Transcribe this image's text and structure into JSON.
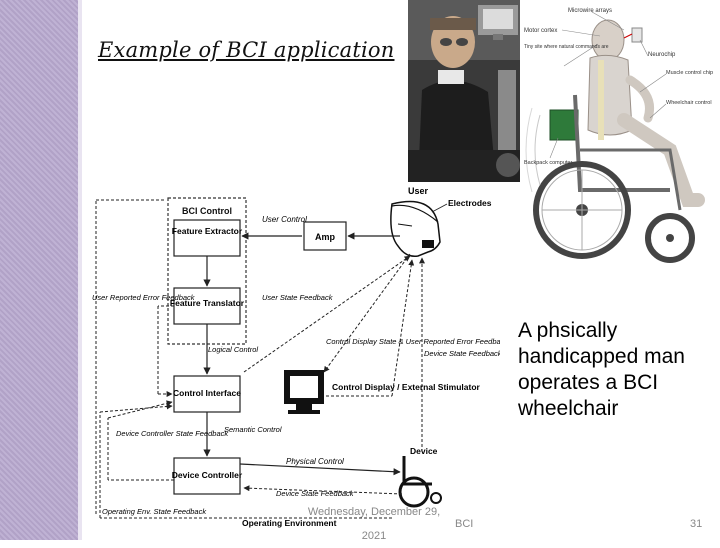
{
  "slide": {
    "title": "Example of BCI application",
    "caption": "A phsically handicapped man operates a BCI wheelchair",
    "footer": {
      "date": "Wednesday, December 29, 2021",
      "name": "BCI",
      "page": "31"
    }
  },
  "wheelchair_labels": {
    "microwire": "Microwire arrays",
    "motor_cortex": "Motor cortex",
    "tiny_site": "Tiny site where natural commands are",
    "neurochip": "Neurochip",
    "muscle_chip": "Muscle control chip",
    "wheelchair_control": "Wheelchair control",
    "backpack": "Backpack computer"
  },
  "diagram": {
    "bci_control": "BCI Control",
    "feature_extractor": "Feature Extractor",
    "feature_translator": "Feature Translator",
    "control_interface": "Control Interface",
    "device_controller": "Device Controller",
    "amp": "Amp",
    "user": "User",
    "electrodes": "Electrodes",
    "user_control": "User Control",
    "user_reported_error": "User Reported Error Feedback",
    "user_state_feedback": "User State Feedback",
    "logical_control": "Logical Control",
    "control_display_state": "Control Display State & User Reported Error Feedback",
    "device_state_feedback": "Device State Feedback",
    "control_display": "Control Display / External Stimulator",
    "device_controller_state": "Device Controller State Feedback",
    "semantic_control": "Semantic Control",
    "physical_control": "Physical Control",
    "device": "Device",
    "device_state_feedback_bottom": "Device State Feedback",
    "operating_env_feedback": "Operating Env. State Feedback",
    "operating_environment": "Operating Environment"
  }
}
